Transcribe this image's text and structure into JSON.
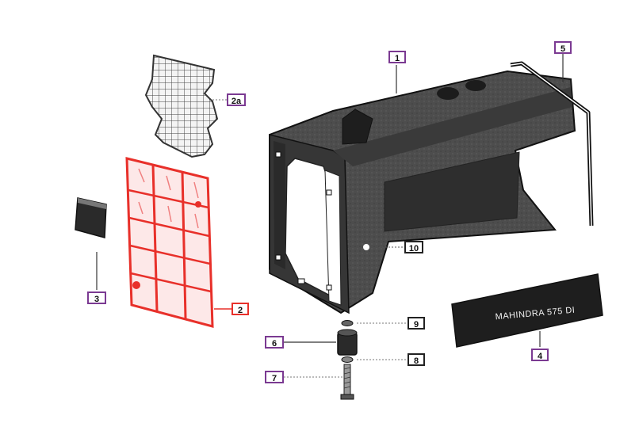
{
  "callouts": {
    "c1": "1",
    "c2a": "2a",
    "c2": "2",
    "c3": "3",
    "c4": "4",
    "c5": "5",
    "c6": "6",
    "c7": "7",
    "c8": "8",
    "c9": "9",
    "c10": "10"
  },
  "decal": {
    "text": "MAHINDRA 575 DI"
  },
  "colors": {
    "highlight": "#e8302a",
    "callout_border": "#7b3a92",
    "hood_fill": "#4a4a4a",
    "decal_fill": "#1e1e1e"
  }
}
